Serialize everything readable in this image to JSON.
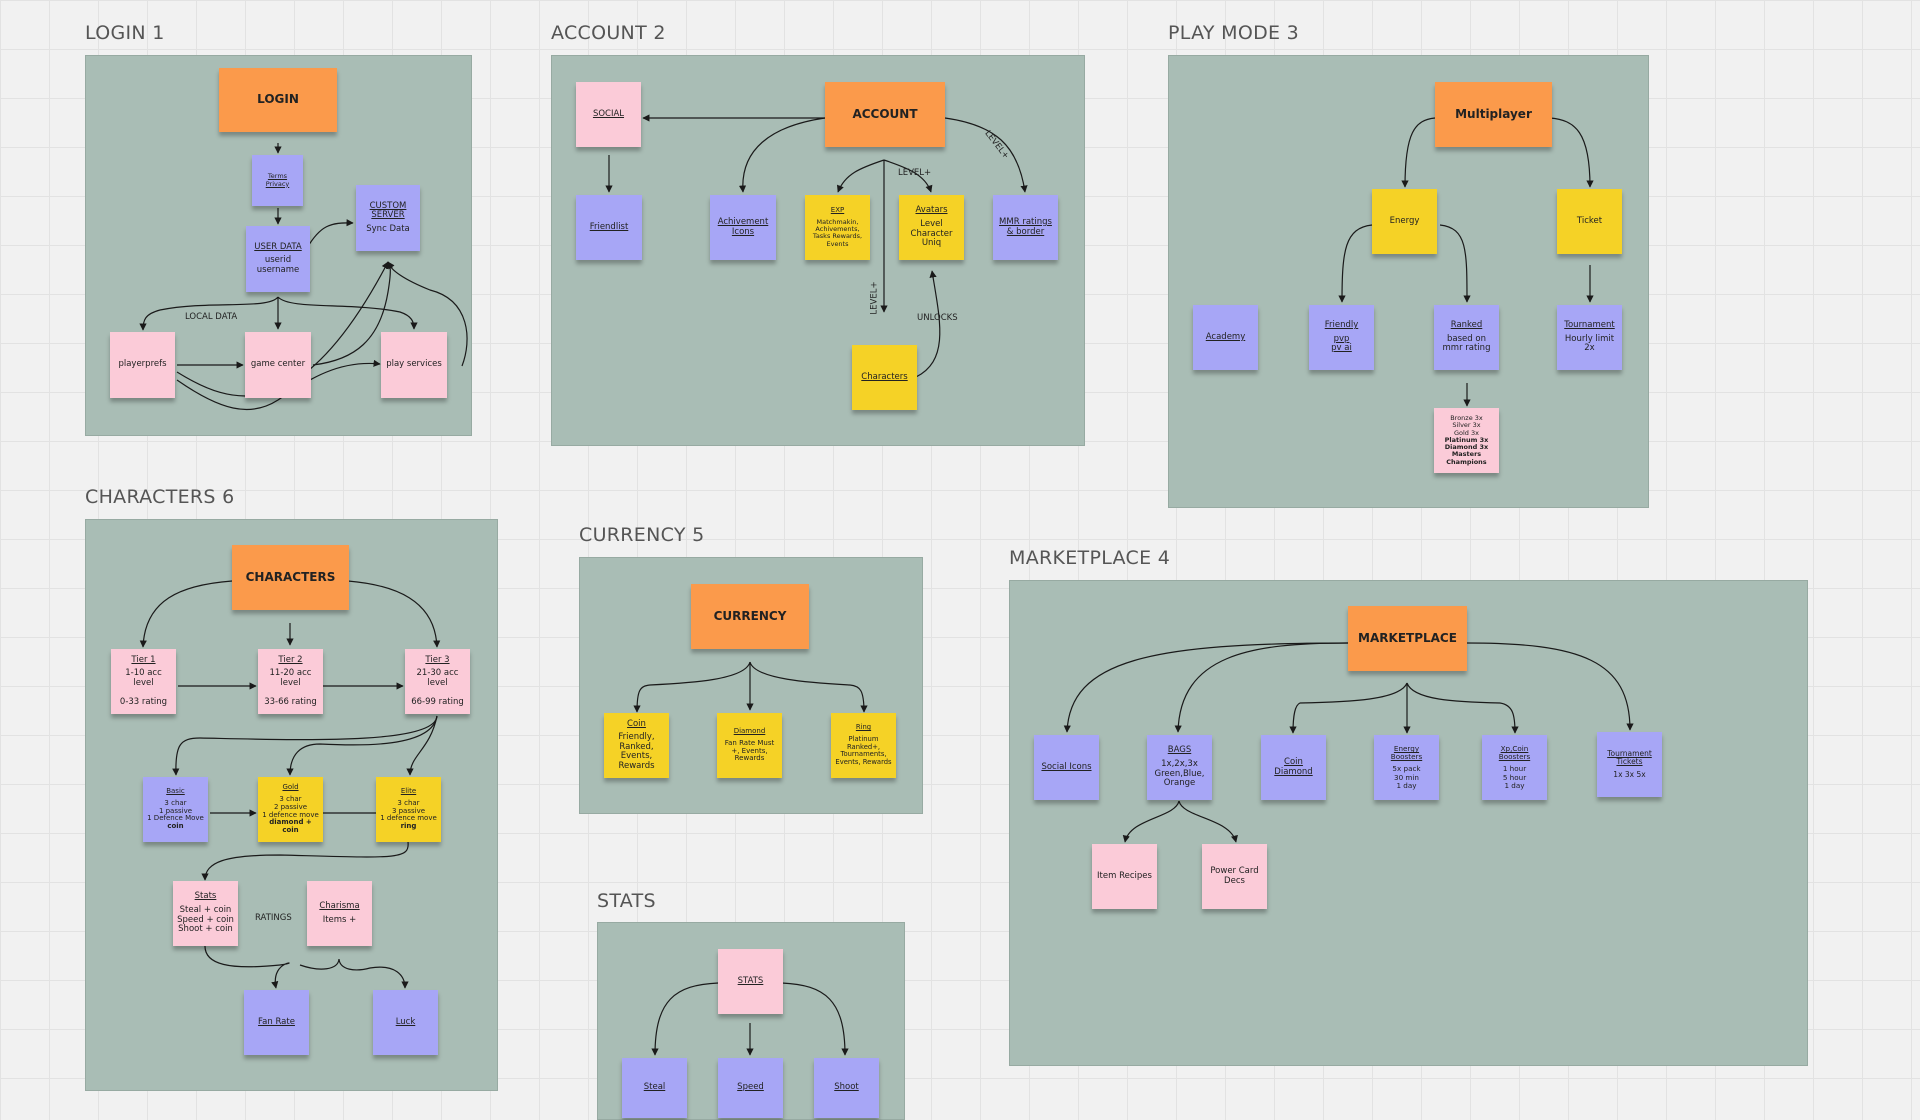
{
  "frames": {
    "login": "LOGIN 1",
    "account": "ACCOUNT 2",
    "play_mode": "PLAY MODE 3",
    "characters": "CHARACTERS 6",
    "currency": "CURRENCY 5",
    "marketplace": "MARKETPLACE 4",
    "stats": "STATS"
  },
  "login": {
    "main": "LOGIN",
    "terms": "Terms\nPrivacy",
    "custom_server": {
      "title": "CUSTOM SERVER",
      "body": "Sync Data"
    },
    "user_data": {
      "title": "USER DATA",
      "body": "userid\nusername"
    },
    "local_data_label": "LOCAL DATA",
    "playerprefs": "playerprefs",
    "game_center": "game center",
    "play_services": "play services"
  },
  "account": {
    "main": "ACCOUNT",
    "social": "SOCIAL",
    "friendlist": "Friendlist",
    "achievement_icons": "Achivement Icons",
    "exp": {
      "title": "EXP",
      "body": "Matchmakin, Achivements, Tasks Rewards, Events"
    },
    "avatars": {
      "title": "Avatars",
      "body": "Level\nCharacter\nUniq"
    },
    "mmr": "MMR ratings & border",
    "characters": "Characters",
    "level_label": "LEVEL+",
    "unlocks_label": "UNLOCKS"
  },
  "play_mode": {
    "main": "Multiplayer",
    "energy": "Energy",
    "ticket": "Ticket",
    "academy": "Academy",
    "friendly": {
      "title": "Friendly",
      "body": "pvp\npv ai"
    },
    "ranked": {
      "title": "Ranked",
      "body": "based on\nmmr rating"
    },
    "tournament": {
      "title": "Tournament",
      "body": "Hourly limit\n2x"
    },
    "leagues_normal": "Bronze 3x\nSilver 3x\nGold 3x",
    "leagues_bold": "Platinum 3x\nDiamond 3x\nMasters\nChampions"
  },
  "characters": {
    "main": "CHARACTERS",
    "tier1": {
      "title": "Tier 1",
      "body": "1-10 acc level\n\n0-33 rating"
    },
    "tier2": {
      "title": "Tier 2",
      "body": "11-20 acc level\n\n33-66 rating"
    },
    "tier3": {
      "title": "Tier 3",
      "body": "21-30 acc level\n\n66-99 rating"
    },
    "basic": {
      "title": "Basic",
      "body": "3 char\n1 passive\n1 Defence Move",
      "bold": "coin"
    },
    "gold": {
      "title": "Gold",
      "body": "3 char\n2 passive\n1 defence move",
      "bold": "diamond + coin"
    },
    "elite": {
      "title": "Elite",
      "body": "3 char\n3 passive\n1 defence move",
      "bold": "ring"
    },
    "stats": {
      "title": "Stats",
      "body": "Steal + coin\nSpeed + coin\nShoot + coin"
    },
    "charisma": {
      "title": "Charisma",
      "body": "Items +"
    },
    "ratings_label": "RATINGS",
    "fan_rate": "Fan Rate",
    "luck": "Luck"
  },
  "currency": {
    "main": "CURRENCY",
    "coin": {
      "title": "Coin",
      "body": "Friendly,\nRanked,\nEvents,\nRewards"
    },
    "diamond": {
      "title": "Diamond",
      "body": "Fan Rate Must\n+, Events,\nRewards"
    },
    "ring": {
      "title": "Ring",
      "body": "Platinum\nRanked+,\nTournaments,\nEvents, Rewards"
    }
  },
  "marketplace": {
    "main": "MARKETPLACE",
    "social_icons": "Social Icons",
    "bags": {
      "title": "BAGS",
      "body": "1x,2x,3x\nGreen,Blue,\nOrange"
    },
    "coin_diamond": "Coin\nDiamond",
    "energy_boosters": {
      "title": "Energy\nBoosters",
      "body": "5x pack\n30 min\n1 day"
    },
    "xp_boosters": {
      "title": "Xp,Coin\nBoosters",
      "body": "1 hour\n5 hour\n1 day"
    },
    "tournament_tickets": {
      "title": "Tournament\nTickets",
      "body": "1x 3x 5x"
    },
    "item_recipes": "Item Recipes",
    "power_card_decs": "Power Card\nDecs"
  },
  "stats": {
    "main": "STATS",
    "steal": "Steal",
    "speed": "Speed",
    "shoot": "Shoot"
  }
}
